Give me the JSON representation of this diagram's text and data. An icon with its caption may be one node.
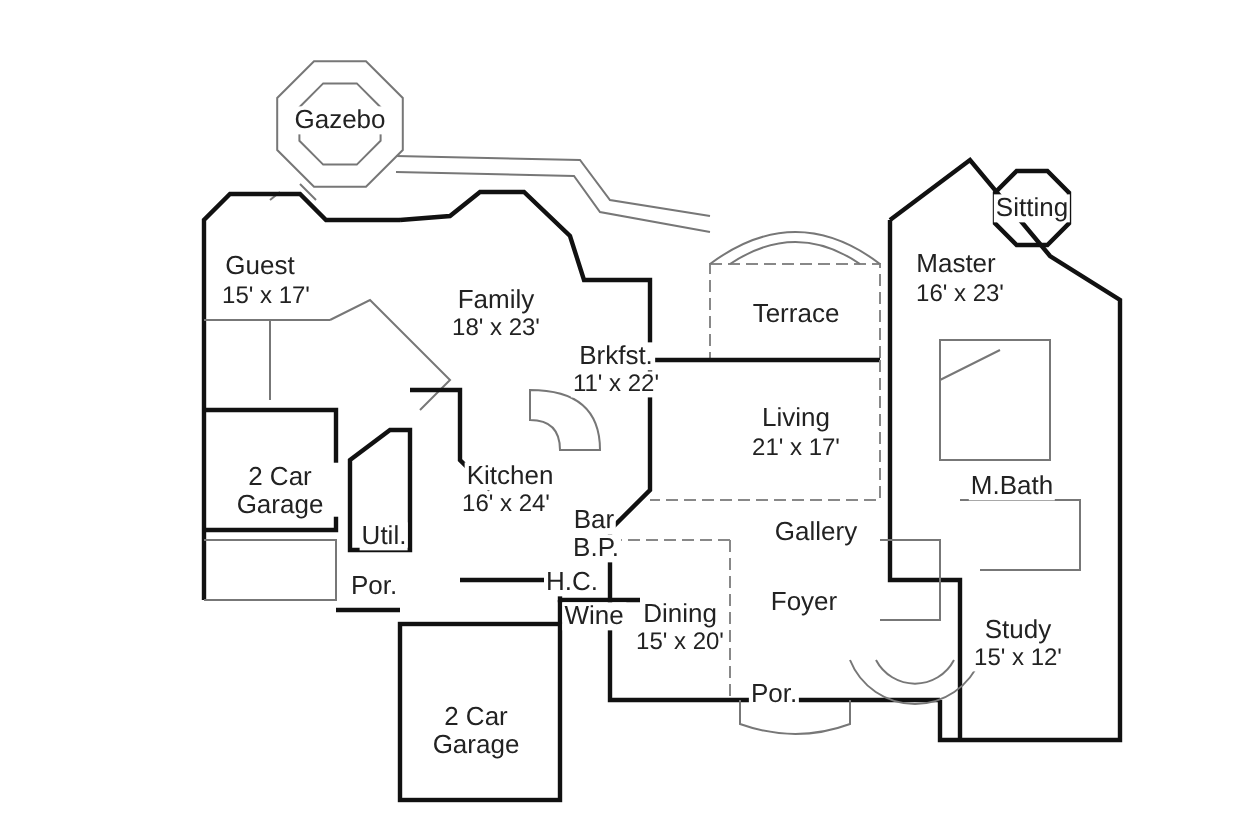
{
  "diagram": {
    "labels": [
      "Gazebo",
      "Sitting",
      "Guest",
      "15' x 17'",
      "Master",
      "16' x 23'",
      "Family",
      "18' x 23'",
      "Terrace",
      "Brkfst.",
      "11' x 22'",
      "Living",
      "21' x 17'",
      "2 Car Garage",
      "Kitchen",
      "16' x 24'",
      "M.Bath",
      "Bar",
      "Util.",
      "B.P.",
      "Gallery",
      "Por.",
      "H.C.",
      "Foyer",
      "Dining",
      "15' x 20'",
      "Wine",
      "Study",
      "15' x 12'",
      "Por.",
      "2 Car Garage"
    ]
  }
}
